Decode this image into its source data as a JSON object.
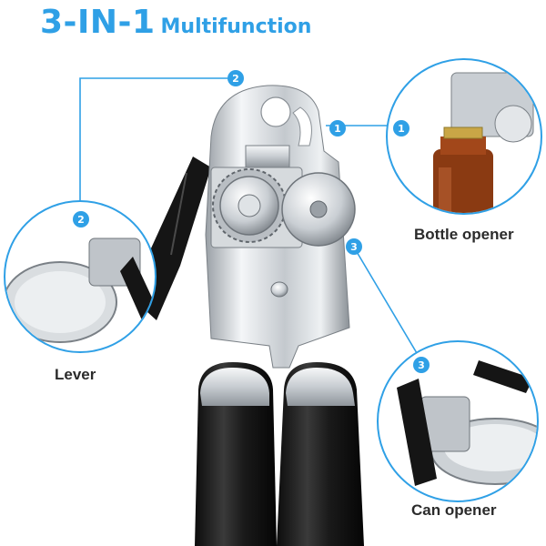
{
  "heading": {
    "big": "3-IN-1",
    "small": "Multifunction"
  },
  "features": [
    {
      "number": "1",
      "label": "Bottle opener"
    },
    {
      "number": "2",
      "label": "Lever"
    },
    {
      "number": "3",
      "label": "Can opener"
    }
  ],
  "colors": {
    "accent": "#2fa0e6",
    "text": "#2b2b2b",
    "handle": "#1c1c1c"
  }
}
